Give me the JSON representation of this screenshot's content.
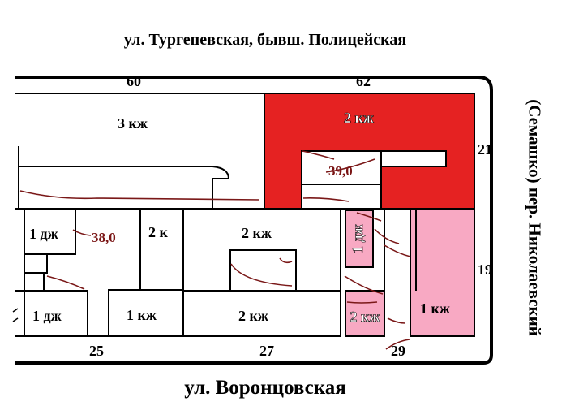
{
  "streets": {
    "top": "ул. Тургеневская, бывш. Полицейская",
    "bottom": "ул. Воронцовская",
    "right": "(Семашко)  пер. Николаевский"
  },
  "house_numbers": {
    "n60": "60",
    "n62": "62",
    "n21": "21",
    "n19": "19",
    "n25": "25",
    "n27": "27",
    "n29": "29"
  },
  "buildings": {
    "b1": "3 кж",
    "b2": "2 кж",
    "b3": "1 дж",
    "b4": "2 к",
    "b5": "2 кж",
    "b6": "1 дж",
    "b7": "1 дж",
    "b8": "1 кж",
    "b9": "2 кж",
    "b10": "2 кж",
    "b11": "1 кж"
  },
  "elevations": {
    "e1": "39,0",
    "e2": "38,0"
  },
  "colors": {
    "red": "#e52222",
    "pink": "#f8a9c3",
    "ink": "#000000",
    "contour": "#7a1818",
    "elevation_text": "#7a1515"
  }
}
